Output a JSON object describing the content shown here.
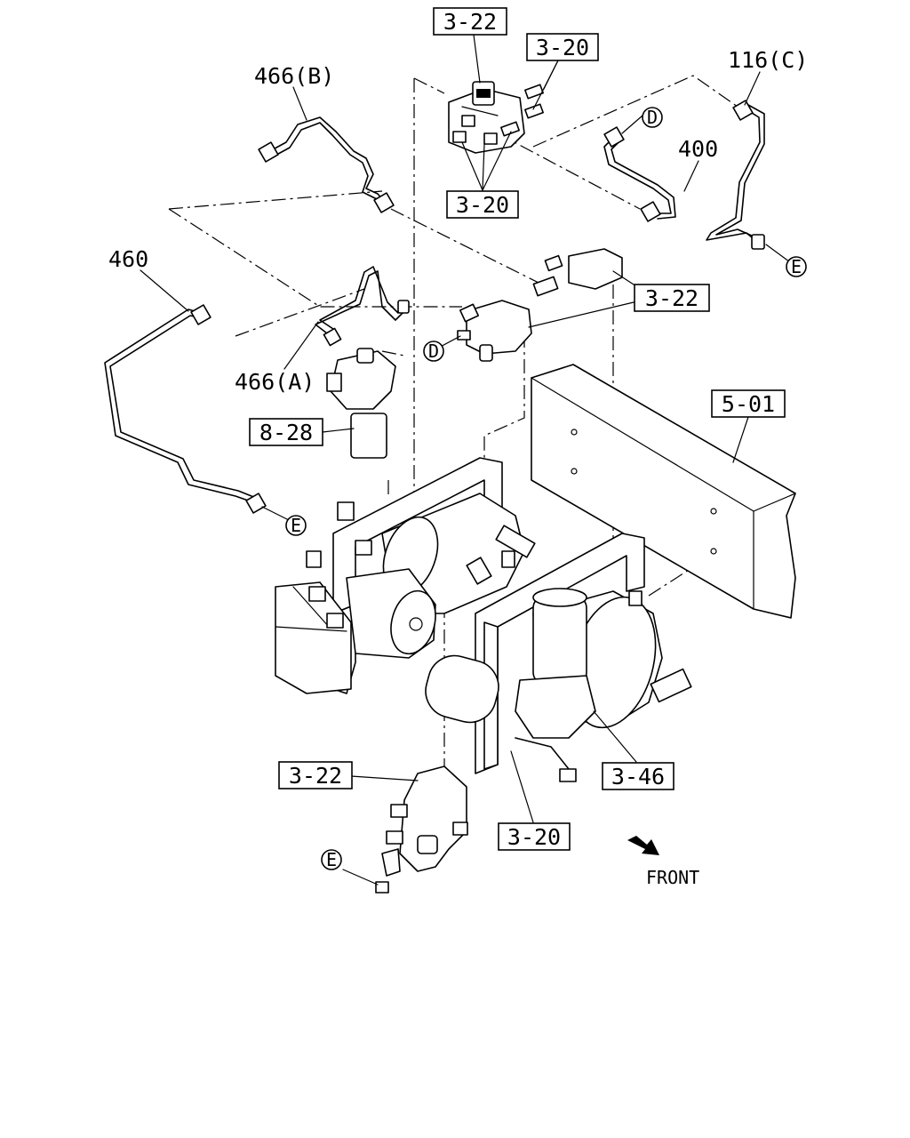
{
  "labels": {
    "ref_3_22_top": "3-22",
    "ref_3_20_top_right": "3-20",
    "ref_3_20_top_lower": "3-20",
    "ref_3_22_mid": "3-22",
    "ref_8_28": "8-28",
    "ref_5_01": "5-01",
    "ref_3_22_bottom": "3-22",
    "ref_3_46": "3-46",
    "ref_3_20_bottom": "3-20",
    "part_466b": "466(B)",
    "part_466a": "466(A)",
    "part_460": "460",
    "part_400": "400",
    "part_116c": "116(C)",
    "circle_d1": "D",
    "circle_d2": "D",
    "circle_e1": "E",
    "circle_e2": "E",
    "circle_e3": "E",
    "front": "FRONT"
  }
}
